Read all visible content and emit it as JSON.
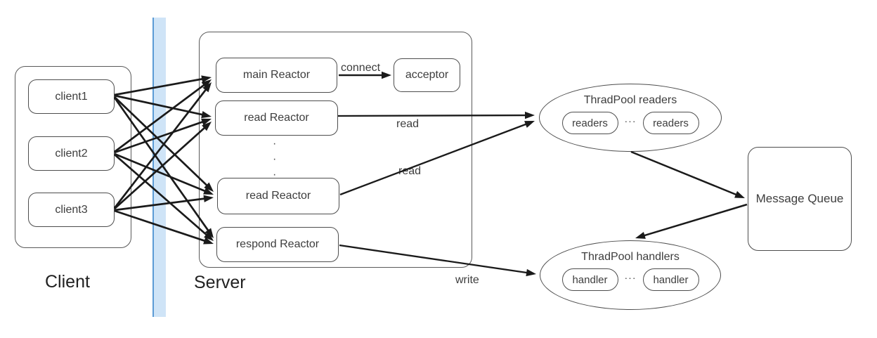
{
  "colors": {
    "line": "#1a1a1a",
    "border": "#4d4d4d",
    "band_fill": "#cfe4f7",
    "band_edge": "#5b9bd5"
  },
  "client_group": {
    "label": "Client",
    "clients": [
      "client1",
      "client2",
      "client3"
    ]
  },
  "server_group": {
    "label": "Server",
    "reactors": [
      "main Reactor",
      "read Reactor",
      "read Reactor",
      "respond Reactor"
    ],
    "vertical_ellipsis": "·\n·\n·"
  },
  "acceptor": {
    "label": "acceptor"
  },
  "readers_pool": {
    "title": "ThradPool readers",
    "workers": [
      "readers",
      "readers"
    ],
    "dots": "···"
  },
  "handlers_pool": {
    "title": "ThradPool handlers",
    "workers": [
      "handler",
      "handler"
    ],
    "dots": "···"
  },
  "message_queue": {
    "label": "Message Queue"
  },
  "edge_labels": [
    {
      "text": "connect"
    },
    {
      "text": "read"
    },
    {
      "text": "read"
    },
    {
      "text": "write"
    }
  ],
  "edges": [
    {
      "from": "client1",
      "to": "main-reactor",
      "points": [
        163,
        135,
        301,
        110
      ],
      "w": 2.7
    },
    {
      "from": "client1",
      "to": "read-reactor-1",
      "points": [
        163,
        136,
        301,
        166
      ],
      "w": 2.7
    },
    {
      "from": "client1",
      "to": "read-reactor-2",
      "points": [
        163,
        138,
        304,
        273
      ],
      "w": 2.7
    },
    {
      "from": "client1",
      "to": "respond-reactor",
      "points": [
        163,
        139,
        304,
        339
      ],
      "w": 2.7
    },
    {
      "from": "client2",
      "to": "main-reactor",
      "points": [
        163,
        216,
        301,
        113
      ],
      "w": 2.7
    },
    {
      "from": "client2",
      "to": "read-reactor-1",
      "points": [
        163,
        217,
        301,
        169
      ],
      "w": 2.7
    },
    {
      "from": "client2",
      "to": "read-reactor-2",
      "points": [
        163,
        219,
        304,
        277
      ],
      "w": 2.7
    },
    {
      "from": "client2",
      "to": "respond-reactor",
      "points": [
        163,
        220,
        304,
        343
      ],
      "w": 2.7
    },
    {
      "from": "client3",
      "to": "main-reactor",
      "points": [
        163,
        296,
        301,
        117
      ],
      "w": 2.7
    },
    {
      "from": "client3",
      "to": "read-reactor-1",
      "points": [
        163,
        297,
        301,
        173
      ],
      "w": 2.7
    },
    {
      "from": "client3",
      "to": "read-reactor-2",
      "points": [
        163,
        299,
        304,
        281
      ],
      "w": 2.7
    },
    {
      "from": "client3",
      "to": "respond-reactor",
      "points": [
        163,
        300,
        304,
        347
      ],
      "w": 2.7
    },
    {
      "from": "main-reactor",
      "to": "acceptor",
      "points": [
        482,
        107,
        557,
        107
      ],
      "w": 2.5
    },
    {
      "from": "read-reactor-1",
      "to": "readers-pool",
      "points": [
        481,
        165,
        761,
        164
      ],
      "w": 2.3
    },
    {
      "from": "read-reactor-2",
      "to": "readers-pool",
      "points": [
        484,
        277,
        761,
        172
      ],
      "w": 2.3
    },
    {
      "from": "readers-pool",
      "to": "message-queue",
      "points": [
        898,
        216,
        1060,
        282
      ],
      "w": 2.5
    },
    {
      "from": "message-queue",
      "to": "handlers-pool",
      "points": [
        1063,
        291,
        904,
        339
      ],
      "w": 2.5
    },
    {
      "from": "respond-reactor",
      "to": "handlers-pool",
      "points": [
        483,
        349,
        763,
        390
      ],
      "w": 2.3
    }
  ]
}
